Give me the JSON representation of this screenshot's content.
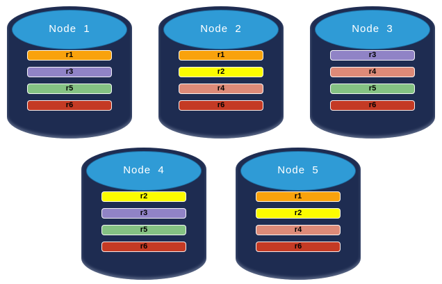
{
  "diagram": {
    "colors": {
      "cylinder_body": "#1E2C51",
      "cylinder_top": "#2F9BD6",
      "title_text": "#FFFFFF",
      "replica_text": "#000000",
      "bar_border": "rgba(255,255,255,0.9)"
    },
    "replica_palette": {
      "r1": "#F9A20C",
      "r2": "#FCFC00",
      "r3": "#9083C6",
      "r4": "#DD8A78",
      "r5": "#85C283",
      "r6": "#C43A24"
    },
    "nodes": [
      {
        "title": "Node  1",
        "row": "top",
        "replicas": [
          {
            "label": "r1",
            "color": "#F9A20C"
          },
          {
            "label": "r3",
            "color": "#9083C6"
          },
          {
            "label": "r5",
            "color": "#85C283"
          },
          {
            "label": "r6",
            "color": "#C43A24"
          }
        ]
      },
      {
        "title": "Node  2",
        "row": "top",
        "replicas": [
          {
            "label": "r1",
            "color": "#F9A20C"
          },
          {
            "label": "r2",
            "color": "#FCFC00"
          },
          {
            "label": "r4",
            "color": "#DD8A78"
          },
          {
            "label": "r6",
            "color": "#C43A24"
          }
        ]
      },
      {
        "title": "Node  3",
        "row": "top",
        "replicas": [
          {
            "label": "r3",
            "color": "#9083C6"
          },
          {
            "label": "r4",
            "color": "#DD8A78"
          },
          {
            "label": "r5",
            "color": "#85C283"
          },
          {
            "label": "r6",
            "color": "#C43A24"
          }
        ]
      },
      {
        "title": "Node  4",
        "row": "bottom",
        "replicas": [
          {
            "label": "r2",
            "color": "#FCFC00"
          },
          {
            "label": "r3",
            "color": "#9083C6"
          },
          {
            "label": "r5",
            "color": "#85C283"
          },
          {
            "label": "r6",
            "color": "#C43A24"
          }
        ]
      },
      {
        "title": "Node  5",
        "row": "bottom",
        "replicas": [
          {
            "label": "r1",
            "color": "#F9A20C"
          },
          {
            "label": "r2",
            "color": "#FCFC00"
          },
          {
            "label": "r4",
            "color": "#DD8A78"
          },
          {
            "label": "r6",
            "color": "#C43A24"
          }
        ]
      }
    ]
  }
}
